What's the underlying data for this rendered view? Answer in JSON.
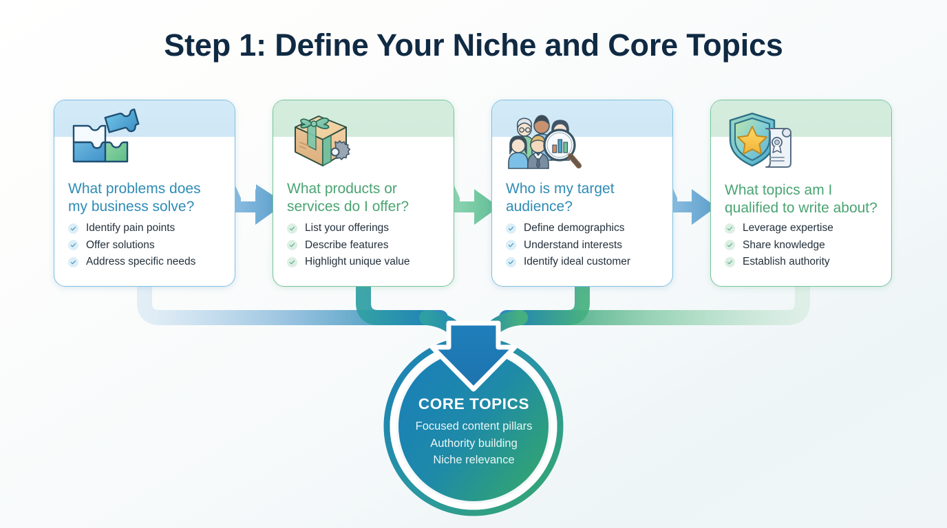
{
  "page": {
    "title": "Step 1: Define Your Niche and Core Topics",
    "title_color": "#102a43",
    "background": "#f4f8fa"
  },
  "cards": [
    {
      "id": "card1",
      "theme": "blue",
      "accent": "#2e8bb5",
      "border": "#7fbfe0",
      "band": "#d3eaf7",
      "icon": "puzzle-pieces-icon",
      "heading_line1": "What problems does",
      "heading_line2": "my business solve?",
      "bullets": [
        "Identify pain points",
        "Offer solutions",
        "Address specific needs"
      ]
    },
    {
      "id": "card2",
      "theme": "green",
      "accent": "#4aa472",
      "border": "#73c39a",
      "band": "#d4ecdd",
      "icon": "gift-box-gear-icon",
      "heading_line1": "What products or",
      "heading_line2": "services do I offer?",
      "bullets": [
        "List your offerings",
        "Describe features",
        "Highlight unique value"
      ]
    },
    {
      "id": "card3",
      "theme": "blue",
      "accent": "#2e8bb5",
      "border": "#7fbfe0",
      "band": "#d3eaf7",
      "icon": "audience-magnifier-icon",
      "heading_line1": "Who is my target",
      "heading_line2": "audience?",
      "bullets": [
        "Define demographics",
        "Understand interests",
        "Identify ideal customer"
      ]
    },
    {
      "id": "card4",
      "theme": "green",
      "accent": "#4aa472",
      "border": "#73c39a",
      "band": "#d4ecdd",
      "icon": "shield-star-certificate-icon",
      "heading_line1": "What topics am I",
      "heading_line2": "qualified to write about?",
      "bullets": [
        "Leverage expertise",
        "Share knowledge",
        "Establish authority"
      ]
    }
  ],
  "flow_arrows": [
    {
      "name": "arrow-card1-to-card2",
      "color": "#6ba9d4"
    },
    {
      "name": "arrow-card2-to-card3",
      "color": "#6fc6a0"
    },
    {
      "name": "arrow-card3-to-card4",
      "color": "#6ba9d4"
    }
  ],
  "core": {
    "title": "CORE TOPICS",
    "lines": [
      "Focused content pillars",
      "Authority building",
      "Niche relevance"
    ],
    "gradient_from": "#1a7fb8",
    "gradient_to": "#35a86a",
    "ring_color": "#ffffff"
  }
}
